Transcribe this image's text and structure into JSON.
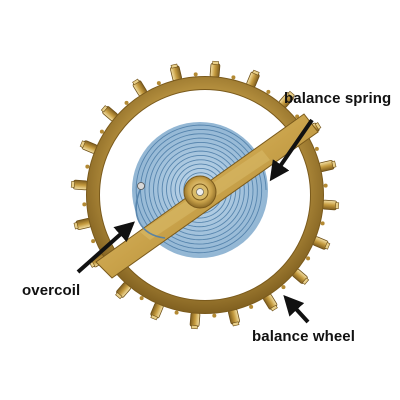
{
  "labels": {
    "balance_spring": "balance spring",
    "overcoil": "overcoil",
    "balance_wheel": "balance wheel"
  },
  "colors": {
    "gold": "#c9a24a",
    "gold_dark": "#8a6a22",
    "gold_light": "#ecd493",
    "spring": "#8fb6d6",
    "spring_line": "#4f7ea8",
    "arrow": "#111111",
    "text": "#111111",
    "background": "#ffffff"
  }
}
